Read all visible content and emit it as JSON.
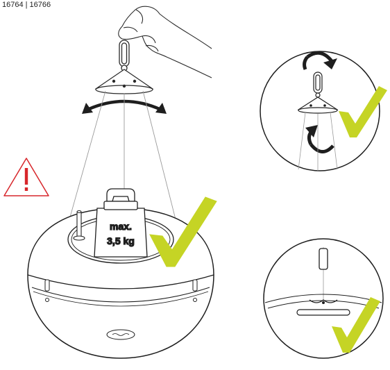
{
  "header": {
    "product_codes": "16764 | 16766"
  },
  "weight_label": {
    "line1": "max.",
    "line2": "3,5 kg"
  },
  "colors": {
    "check": "#c5d425",
    "warning": "#d7262b",
    "line": "#1e1e1e"
  },
  "icons": [
    "hand-icon",
    "warning-triangle-icon",
    "rotate-arrows-icon",
    "checkmark-icon",
    "weight-icon"
  ]
}
